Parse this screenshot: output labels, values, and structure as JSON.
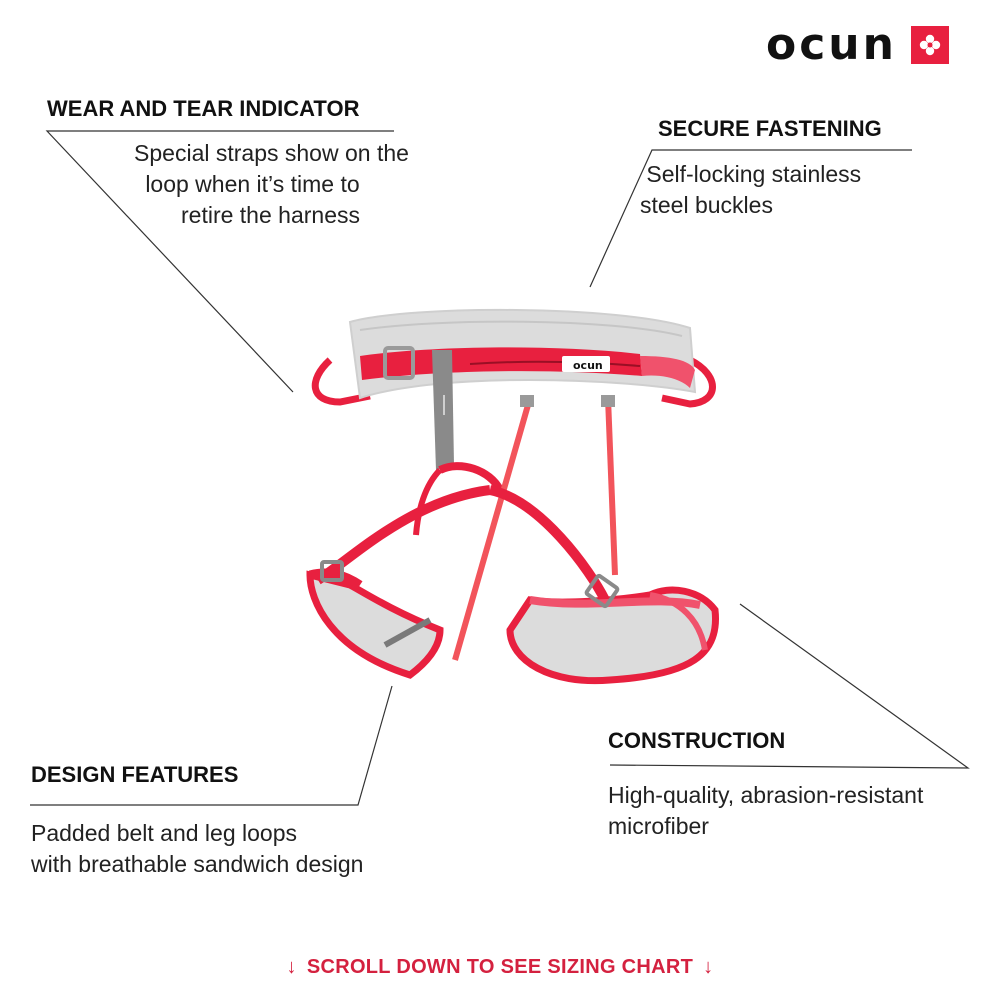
{
  "brand": {
    "name": "OCUN",
    "badge_icon": "flower-cross-icon",
    "accent": "#e8203f"
  },
  "callouts": {
    "wear": {
      "title": "WEAR AND TEAR INDICATOR",
      "lines": [
        "Special straps show on the",
        "loop when it’s time to",
        "retire the harness"
      ]
    },
    "secure": {
      "title": "SECURE FASTENING",
      "lines": [
        " Self-locking stainless",
        "steel buckles"
      ]
    },
    "design": {
      "title": "DESIGN FEATURES",
      "lines": [
        "Padded belt and leg loops",
        "with breathable sandwich design"
      ]
    },
    "construction": {
      "title": "CONSTRUCTION",
      "lines": [
        "High-quality, abrasion-resistant",
        "microfiber"
      ]
    }
  },
  "cta": {
    "text": "SCROLL DOWN TO SEE SIZING CHART",
    "arrow_icon": "arrow-down-icon",
    "color": "#d4213f"
  },
  "product_image": {
    "label": "ocun",
    "colors": {
      "webbing": "#e8203f",
      "padding": "#dcdcdc",
      "strap": "#8a8a8a"
    }
  }
}
